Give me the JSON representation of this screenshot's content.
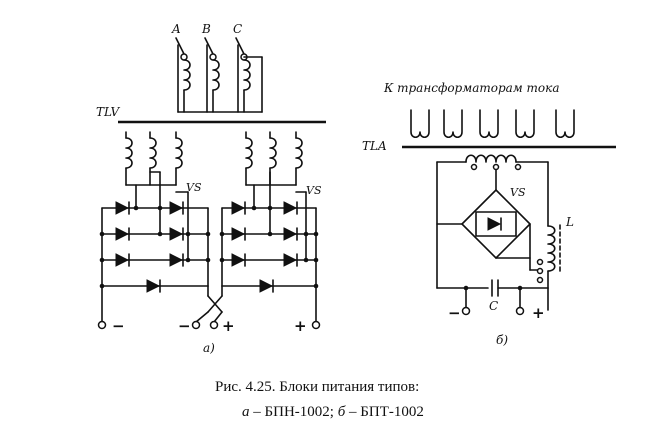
{
  "phase_labels": [
    "A",
    "B",
    "C"
  ],
  "left": {
    "transformer_label": "TLV",
    "diode_label_1": "VS",
    "diode_label_2": "VS",
    "terminal_minus": "−",
    "terminal_minus_center": "−",
    "terminal_plus_center": "+",
    "terminal_plus": "+",
    "sublabel": "а)"
  },
  "right": {
    "header": "К трансформаторам тока",
    "transformer_label": "TLA",
    "diode_label": "VS",
    "inductor_label": "L",
    "capacitor_label": "C",
    "terminal_minus": "−",
    "terminal_plus": "+",
    "sublabel": "б)"
  },
  "caption": {
    "line1": "Рис. 4.25. Блоки питания типов:",
    "a_letter": "а",
    "a_text": " – БПН-1002; ",
    "b_letter": "б",
    "b_text": " – БПТ-1002"
  }
}
